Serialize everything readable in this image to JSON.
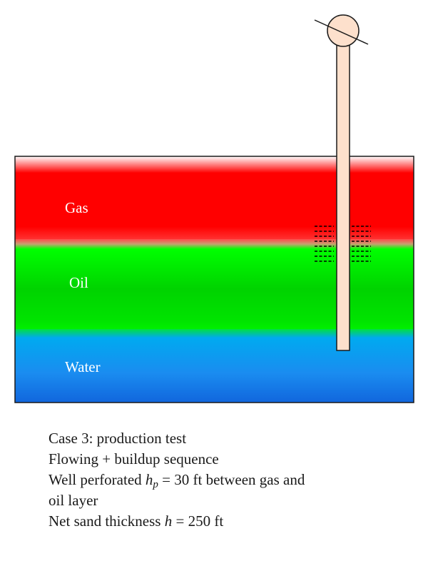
{
  "layers": {
    "gas": {
      "label": "Gas",
      "color": "#ff0000"
    },
    "oil": {
      "label": "Oil",
      "color": "#00ee00"
    },
    "water": {
      "label": "Water",
      "color": "#1a8cf0"
    }
  },
  "well": {
    "casing_color": "#fde0cc",
    "perforation_color": "#000000"
  },
  "caption": {
    "line1": "Case 3: production test",
    "line2": "Flowing + buildup sequence",
    "line3_prefix": "Well perforated ",
    "line3_var": "h",
    "line3_sub": "p",
    "line3_suffix": " = 30 ft between gas and",
    "line4": "oil layer",
    "line5_prefix": "Net sand thickness ",
    "line5_var": "h",
    "line5_suffix": " = 250 ft"
  }
}
